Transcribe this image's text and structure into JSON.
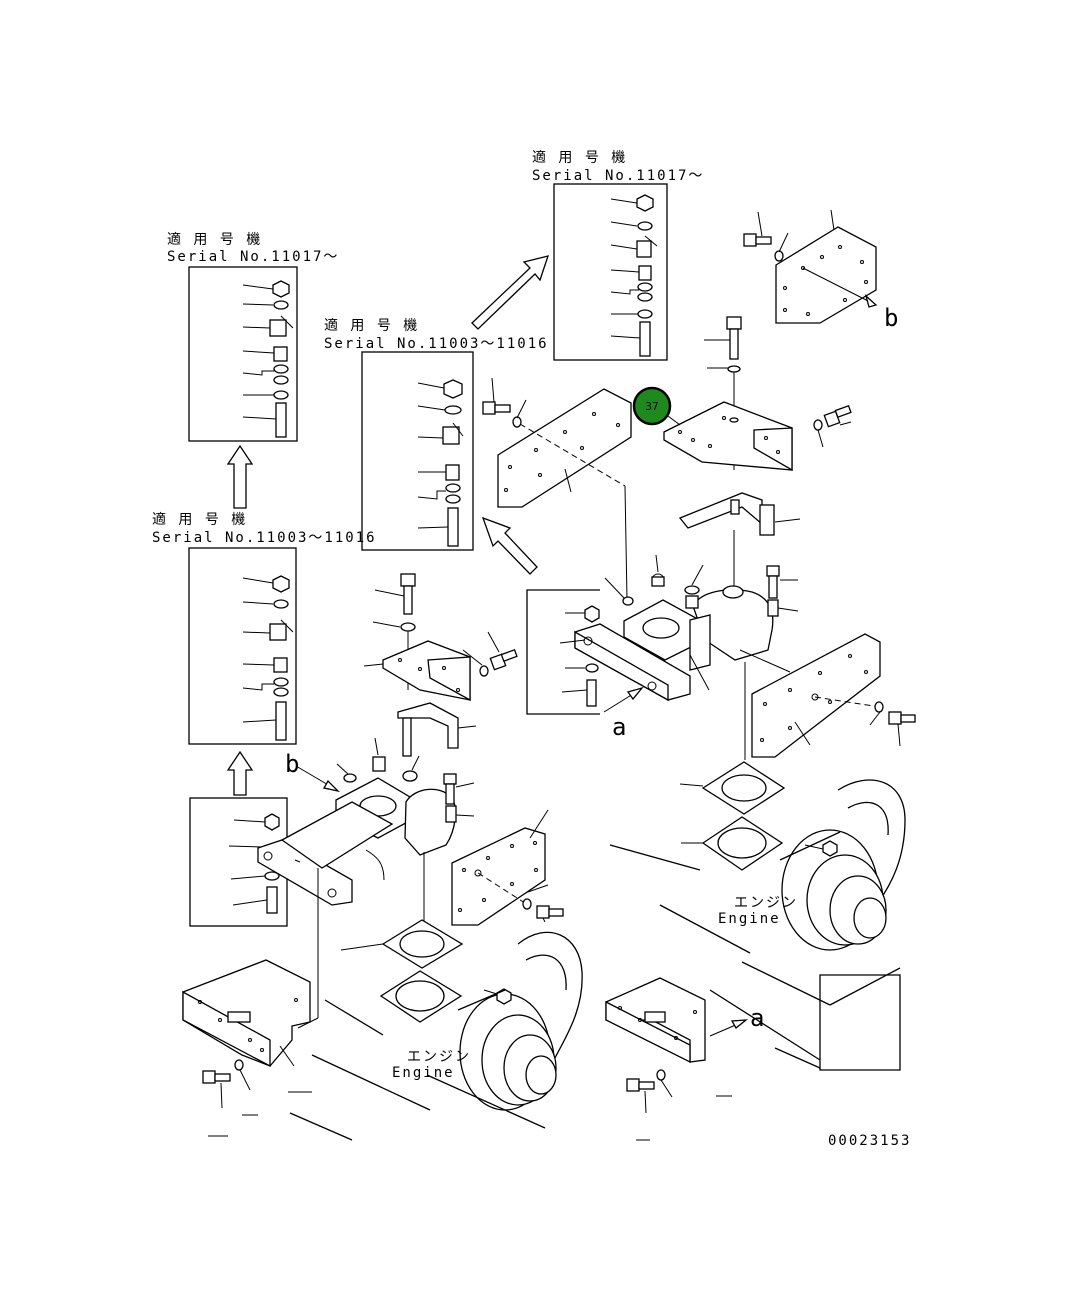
{
  "variant_labels": {
    "top_right": {
      "applicable": "適 用 号 機",
      "serial": "Serial No.11017～"
    },
    "top_left": {
      "applicable": "適 用 号 機",
      "serial": "Serial No.11017～"
    },
    "mid_center": {
      "applicable": "適 用 号 機",
      "serial": "Serial No.11003～11016"
    },
    "mid_left": {
      "applicable": "適 用 号 機",
      "serial": "Serial No.11003～11016"
    }
  },
  "engine_labels": {
    "right": {
      "jp": "エンジン",
      "en": "Engine"
    },
    "left": {
      "jp": "エンジン",
      "en": "Engine"
    }
  },
  "view_refs": {
    "a1": "a",
    "a2": "a",
    "b1": "b",
    "b2": "b"
  },
  "callout": {
    "number": "37",
    "color": "#1e8a1e"
  },
  "drawing_number": "00023153"
}
